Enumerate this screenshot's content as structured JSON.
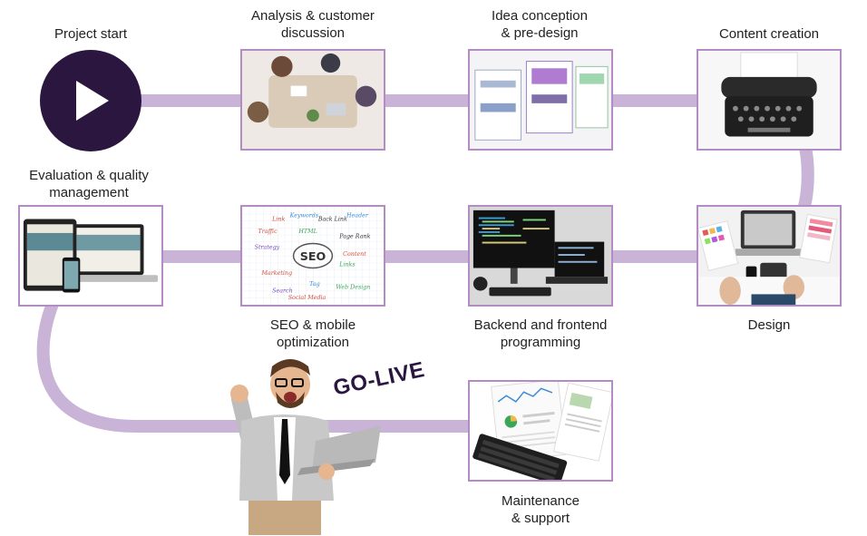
{
  "steps": {
    "project_start": "Project start",
    "analysis": [
      "Analysis & customer",
      "discussion"
    ],
    "idea": [
      "Idea conception",
      "& pre-design"
    ],
    "content": "Content creation",
    "design": "Design",
    "programming": [
      "Backend and frontend",
      "programming"
    ],
    "seo": [
      "SEO & mobile",
      "optimization"
    ],
    "evaluation": [
      "Evaluation & quality",
      "management"
    ],
    "maintenance": [
      "Maintenance",
      "& support"
    ]
  },
  "go_live": "GO-LIVE",
  "seo_board": {
    "center": "SEO",
    "words": [
      "Link",
      "Keywords",
      "Back Link",
      "Header",
      "Traffic",
      "HTML",
      "Page Rank",
      "Strategy",
      "Content",
      "Links",
      "Marketing",
      "Tag",
      "Web Design",
      "Search",
      "Social Media"
    ]
  },
  "colors": {
    "track": "#c9b3d6",
    "frame": "#b48cc4",
    "dark": "#2b1640"
  }
}
